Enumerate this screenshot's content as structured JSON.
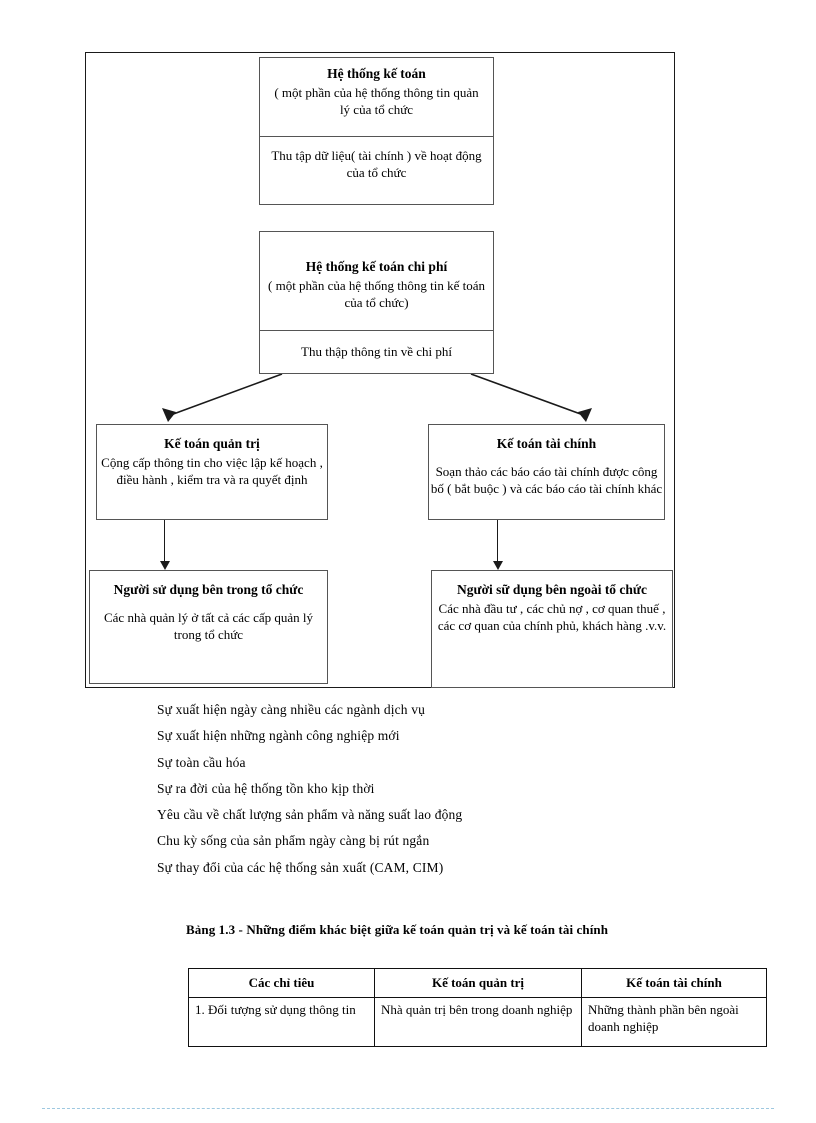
{
  "diagram": {
    "nodes": {
      "accounting_system": {
        "title": "Hệ thống kế toán",
        "subtitle": "( một phần của hệ thống thông tin quản lý của tổ chức",
        "footer": "Thu tập dữ liệu( tài chính ) về hoạt động của tổ chức"
      },
      "cost_accounting_system": {
        "title": "Hệ thống kế toán chi phí",
        "subtitle": "( một phần của hệ thống thông tin kế toán của tổ chức)",
        "footer": "Thu thập thông tin về chi phí"
      },
      "management_accounting": {
        "title": "Kế toán quản trị",
        "body": "Cộng cấp thông tin cho việc lập kế hoạch , điều hành , kiểm tra và ra quyết định"
      },
      "financial_accounting": {
        "title": "Kế toán tài chính",
        "body": "Soạn thảo các báo cáo tài chính được công bố ( bắt buộc ) và các báo cáo tài chính khác"
      },
      "internal_users": {
        "title": "Người sử dụng bên trong tổ chức",
        "body": "Các nhà quản lý ở tất cả các cấp quản lý trong tổ chức"
      },
      "external_users": {
        "title": "Người sữ dụng bên ngoài tổ chức",
        "body": "Các nhà đầu tư , các chủ nợ , cơ quan thuế , các cơ quan của chính phủ, khách hàng .v.v."
      }
    }
  },
  "bullet_list": {
    "lines": [
      "Sự xuất hiện ngày càng nhiều các ngành  dịch vụ",
      "Sự xuất hiện những ngành  công nghiệp  mới",
      "Sự toàn cầu hóa",
      "Sự ra đời của hệ thống tồn kho kịp thời",
      "Yêu cầu về chất lượng sản phẩm và năng suất lao động",
      "Chu kỳ sống của sản phẩm ngày càng bị rút ngắn",
      "Sự thay đổi của các hệ thống sản xuất (CAM, CIM)"
    ]
  },
  "table": {
    "caption": "Bảng 1.3 - Những điểm khác biệt giữa kế toán quản trị và kế toán tài chính",
    "headers": [
      "Các chỉ tiêu",
      "Kế toán quản trị",
      "Kế toán tài chính"
    ],
    "rows": [
      [
        "1. Đối tượng sử dụng thông tin",
        "Nhà quản trị bên trong doanh nghiệp",
        "Những thành phần bên ngoài doanh nghiệp"
      ]
    ]
  }
}
